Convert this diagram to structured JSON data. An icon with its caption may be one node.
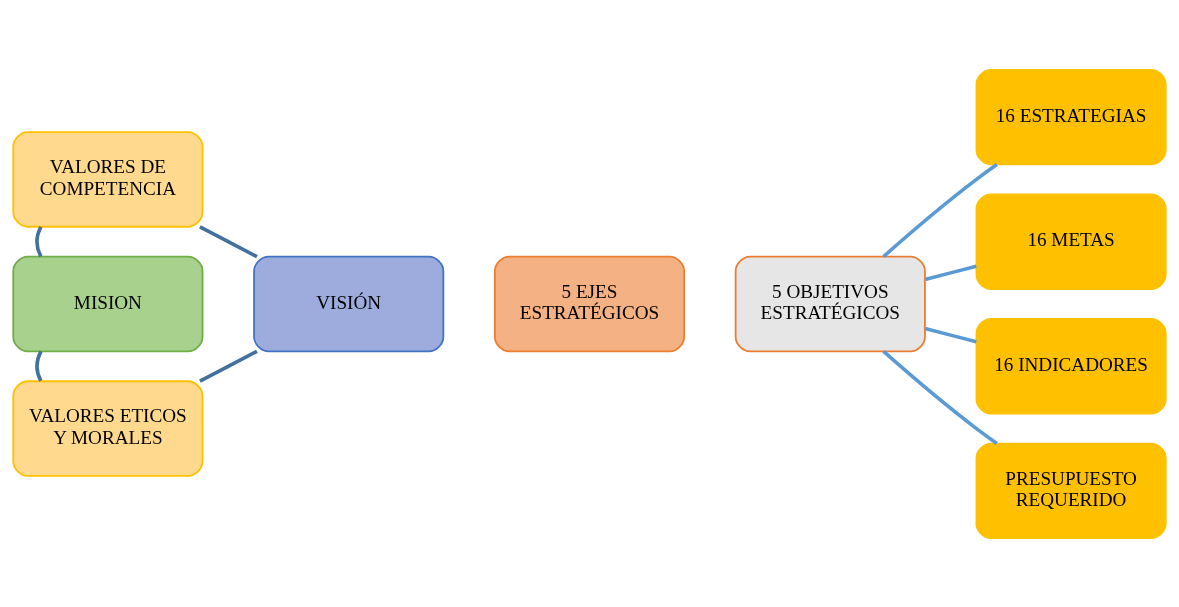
{
  "diagram": {
    "nodes": [
      {
        "text": [
          "VALORES DE COMPETENCIA"
        ]
      },
      {
        "text": [
          "MISION"
        ]
      },
      {
        "text": [
          "VISIÓN"
        ]
      },
      {
        "text": [
          "VALORES ETICOS Y MORALES"
        ]
      },
      {
        "text": [
          "5 EJES ESTRATÉGICOS"
        ]
      },
      {
        "text": [
          "5 OBJETIVOS ESTRATÉGICOS"
        ]
      },
      {
        "text": [
          "16 ESTRATEGIAS"
        ]
      },
      {
        "text": [
          "16 METAS"
        ]
      },
      {
        "text": [
          "16 INDICADORES"
        ]
      },
      {
        "text": [
          "PRESUPUESTO REQUERIDO"
        ]
      }
    ],
    "edges": [
      {
        "from": 0,
        "to": 1,
        "arrow": "none",
        "color": "#41719c"
      },
      {
        "from": 0,
        "to": 2,
        "arrow": "none",
        "color": "#41719c"
      },
      {
        "from": 1,
        "to": 3,
        "arrow": "none",
        "color": "#41719c"
      },
      {
        "from": 2,
        "to": 3,
        "arrow": "none",
        "color": "#41719c"
      },
      {
        "from": 5,
        "to": 6,
        "arrow": "none",
        "color": "#5b9bd5"
      },
      {
        "from": 5,
        "to": 7,
        "arrow": "none",
        "color": "#5b9bd5"
      },
      {
        "from": 5,
        "to": 8,
        "arrow": "none",
        "color": "#5b9bd5"
      },
      {
        "from": 5,
        "to": 9,
        "arrow": "none",
        "color": "#5b9bd5"
      }
    ]
  }
}
